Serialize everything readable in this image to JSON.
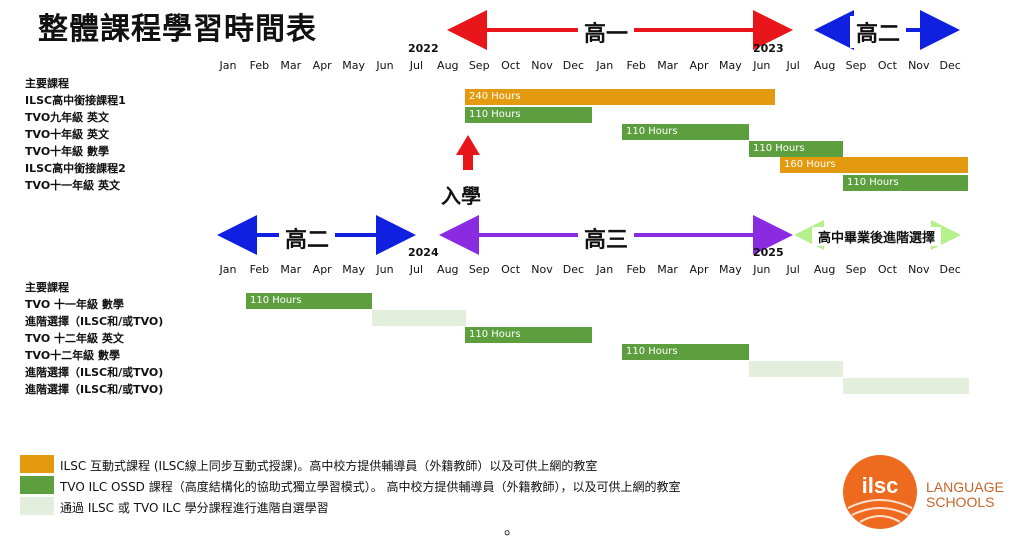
{
  "title": "整體課程學習時間表",
  "months": [
    "Jan",
    "Feb",
    "Mar",
    "Apr",
    "May",
    "Jun",
    "Jul",
    "Aug",
    "Sep",
    "Oct",
    "Nov",
    "Dec",
    "Jan",
    "Feb",
    "Mar",
    "Apr",
    "May",
    "Jun",
    "Jul",
    "Aug",
    "Sep",
    "Oct",
    "Nov",
    "Dec"
  ],
  "top": {
    "year_left": "2022",
    "year_right": "2023",
    "phase1": "高一",
    "phase2": "高二",
    "header_label": "主要課程",
    "rows": [
      {
        "label": "ILSC高中銜接課程1",
        "bar": "240 Hours"
      },
      {
        "label": "TVO九年級 英文",
        "bar": "110 Hours"
      },
      {
        "label": "TVO十年級 英文",
        "bar": "110 Hours"
      },
      {
        "label": "TVO十年級 數學",
        "bar": "110 Hours"
      },
      {
        "label": "ILSC高中銜接課程2",
        "bar": "160 Hours"
      },
      {
        "label": "TVO十一年級 英文",
        "bar": "110 Hours"
      }
    ],
    "enroll_label": "入學"
  },
  "bottom": {
    "year_left": "2024",
    "year_right": "2025",
    "phase1": "高二",
    "phase2": "高三",
    "phase3": "高中畢業後進階選擇",
    "header_label": "主要課程",
    "rows": [
      {
        "label": "TVO 十一年級 數學",
        "bar": "110 Hours"
      },
      {
        "label": "進階選擇（ILSC和/或TVO)",
        "bar": ""
      },
      {
        "label": "TVO 十二年級 英文",
        "bar": "110 Hours"
      },
      {
        "label": "TVO十二年級 數學",
        "bar": "110 Hours"
      },
      {
        "label": "進階選擇（ILSC和/或TVO)",
        "bar": ""
      },
      {
        "label": "進階選擇（ILSC和/或TVO)",
        "bar": ""
      }
    ]
  },
  "legend": [
    {
      "text": "ILSC 互動式課程 (ILSC線上同步互動式授課)。高中校方提供輔導員（外籍教師）以及可供上網的教室",
      "color": "#e49a0f"
    },
    {
      "text": "TVO ILC OSSD 課程（高度結構化的協助式獨立學習模式）。 高中校方提供輔導員（外籍教師），以及可供上網的教室",
      "color": "#5d9f3e"
    },
    {
      "text": "通過 ILSC 或 TVO ILC 學分課程進行進階自選學習",
      "color": "#e3eedc"
    }
  ],
  "footer_dot": "。",
  "logo": {
    "mark": "ilsc",
    "line1": "LANGUAGE",
    "line2": "SCHOOLS"
  },
  "colors": {
    "ilsc": "#e49a0f",
    "tvo": "#5d9f3e",
    "advanced": "#e3eedc",
    "red_arrow": "#e8151b",
    "blue_arrow": "#1020e0",
    "purple_arrow": "#8a2be2",
    "green_arrow": "#b6f08a"
  }
}
